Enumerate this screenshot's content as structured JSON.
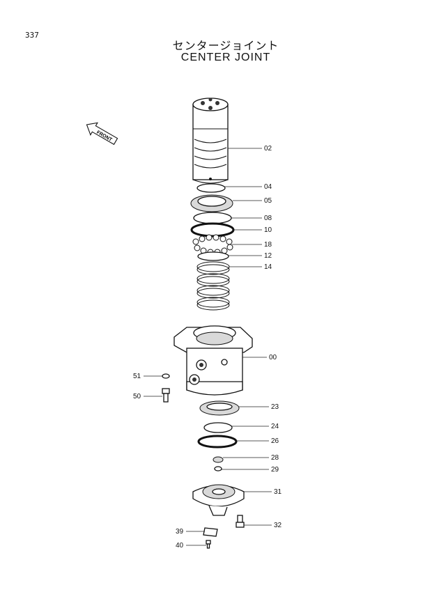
{
  "page_number": "337",
  "title_jp": "センタージョイント",
  "title_en": "CENTER JOINT",
  "front_label": "FRONT",
  "callouts": [
    "02",
    "04",
    "05",
    "08",
    "10",
    "18",
    "12",
    "14",
    "00",
    "51",
    "50",
    "23",
    "24",
    "26",
    "28",
    "29",
    "31",
    "39",
    "32",
    "40"
  ]
}
